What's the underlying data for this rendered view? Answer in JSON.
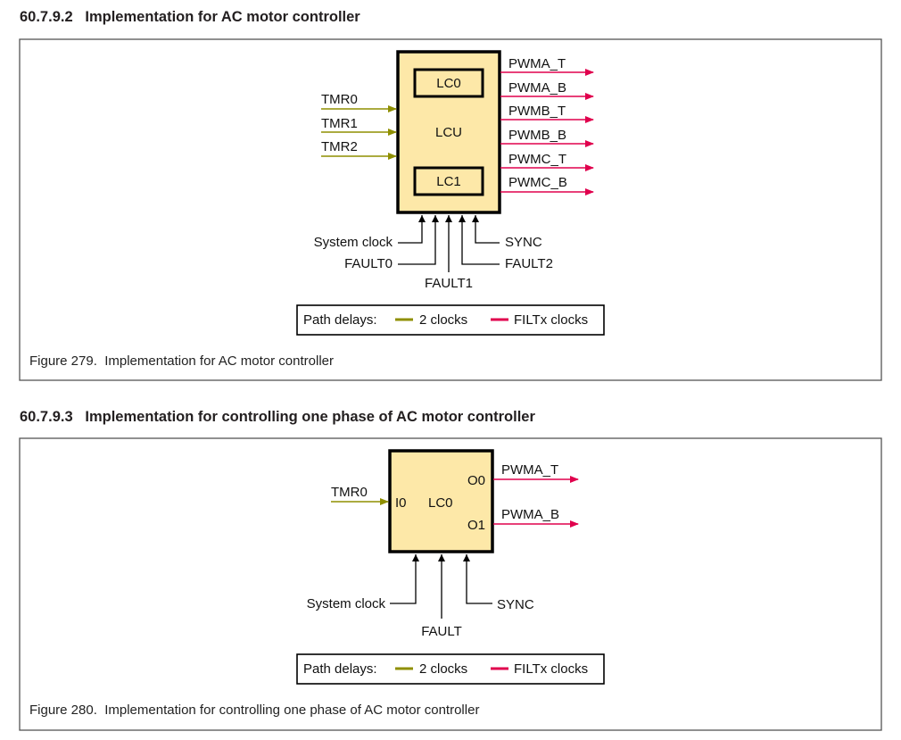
{
  "sections": [
    {
      "heading": "60.7.9.2   Implementation for AC motor controller",
      "caption": "Figure 279.  Implementation for AC motor controller",
      "block": "LCU",
      "sub_blocks": [
        "LC0",
        "LC1"
      ],
      "inputs": [
        "TMR0",
        "TMR1",
        "TMR2"
      ],
      "outputs": [
        "PWMA_T",
        "PWMA_B",
        "PWMB_T",
        "PWMB_B",
        "PWMC_T",
        "PWMC_B"
      ],
      "bottom": {
        "system_clock": "System clock",
        "fault0": "FAULT0",
        "fault1": "FAULT1",
        "fault2": "FAULT2",
        "sync": "SYNC"
      },
      "legend": {
        "label": "Path delays:",
        "olive": "2 clocks",
        "red": "FILTx clocks"
      }
    },
    {
      "heading": "60.7.9.3   Implementation for controlling one phase of AC motor controller",
      "caption": "Figure 280.  Implementation for controlling one phase of AC motor controller",
      "block": "LC0",
      "in_port": "I0",
      "out_ports": [
        "O0",
        "O1"
      ],
      "inputs": [
        "TMR0"
      ],
      "outputs": [
        "PWMA_T",
        "PWMA_B"
      ],
      "bottom": {
        "system_clock": "System clock",
        "fault": "FAULT",
        "sync": "SYNC"
      },
      "legend": {
        "label": "Path delays:",
        "olive": "2 clocks",
        "red": "FILTx clocks"
      }
    }
  ],
  "colors": {
    "two_clocks": "#8f8f00",
    "filtx_clocks": "#e0004d",
    "block_fill": "#fde8a8"
  }
}
